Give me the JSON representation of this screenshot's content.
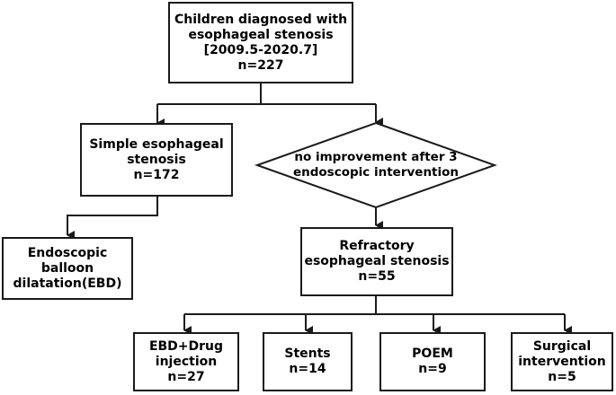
{
  "nodes": {
    "root": {
      "lines": [
        "Children diagnosed with",
        "esophageal stenosis",
        "[2009.5-2020.7]",
        "n=227"
      ]
    },
    "simple": {
      "lines": [
        "Simple esophageal",
        "stenosis",
        "n=172"
      ]
    },
    "decision": {
      "lines": [
        "no improvement after 3",
        "endoscopic intervention"
      ]
    },
    "ebd": {
      "lines": [
        "Endoscopic",
        "balloon",
        "dilatation(EBD)"
      ]
    },
    "refractory": {
      "lines": [
        "Refractory",
        "esophageal stenosis",
        "n=55"
      ]
    },
    "drug": {
      "lines": [
        "EBD+Drug",
        "injection",
        "n=27"
      ]
    },
    "stents": {
      "lines": [
        "Stents",
        "n=14"
      ]
    },
    "poem": {
      "lines": [
        "POEM",
        "n=9"
      ]
    },
    "surgical": {
      "lines": [
        "Surgical",
        "intervention",
        "n=5"
      ]
    }
  }
}
